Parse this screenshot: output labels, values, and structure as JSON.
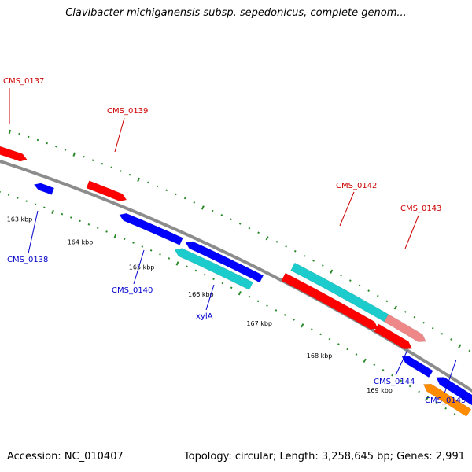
{
  "title": "Clavibacter michiganensis subsp. sepedonicus, complete genom...",
  "footer": {
    "accession": "Accession: NC_010407",
    "topology": "Topology: circular; Length: 3,258,645 bp; Genes: 2,991"
  },
  "colors": {
    "backbone": "#8c8c8c",
    "forward_label": "#cc0000",
    "reverse_label": "#0000cc",
    "tick": "#2a8a2a"
  },
  "scale": {
    "ticks": [
      {
        "label": "163 kbp"
      },
      {
        "label": "164 kbp"
      },
      {
        "label": "165 kbp"
      },
      {
        "label": "166 kbp"
      },
      {
        "label": "167 kbp"
      },
      {
        "label": "168 kbp"
      },
      {
        "label": "169 kbp"
      }
    ]
  },
  "genes": [
    {
      "name": "CMS_0137",
      "strand": "forward",
      "color": "#ff0000"
    },
    {
      "name": "CMS_0138",
      "strand": "reverse",
      "color": "#0000ff"
    },
    {
      "name": "CMS_0139",
      "strand": "forward",
      "color": "#ff0000"
    },
    {
      "name": "CMS_0140",
      "strand": "reverse",
      "color": "#0000ff"
    },
    {
      "name": "xylA",
      "strand": "reverse",
      "color": "#1ccccc"
    },
    {
      "name": "CMS_0142",
      "strand": "forward",
      "color": "#1ccccc"
    },
    {
      "name": "CMS_0143",
      "strand": "forward",
      "color": "#ee8888"
    },
    {
      "name": "CMS_0144",
      "strand": "reverse",
      "color": "#0000ff"
    },
    {
      "name": "CMS_0145",
      "strand": "reverse",
      "color": "#ff8c00"
    }
  ]
}
